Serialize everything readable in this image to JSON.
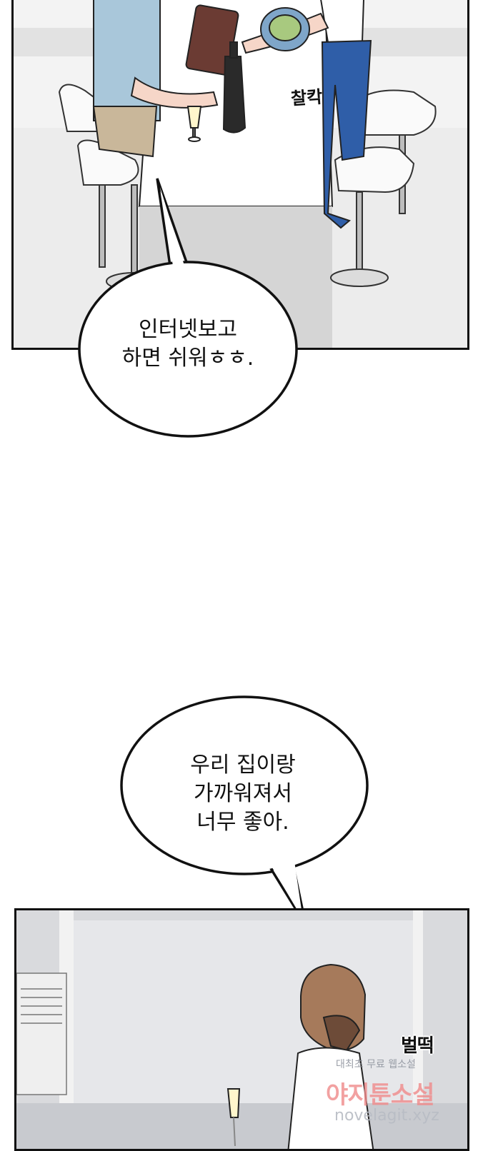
{
  "bubbles": {
    "top": {
      "text": "인터넷보고\n하면 쉬워ㅎㅎ."
    },
    "bottom": {
      "text": "우리 집이랑\n가까워져서\n너무 좋아."
    }
  },
  "sfx": {
    "clink": "찰칵",
    "gulp": "벌떡"
  },
  "watermark": {
    "line1": "대최초 무료 웹소설",
    "line2": "야지툰소설",
    "line3": "novelagit.xyz"
  }
}
